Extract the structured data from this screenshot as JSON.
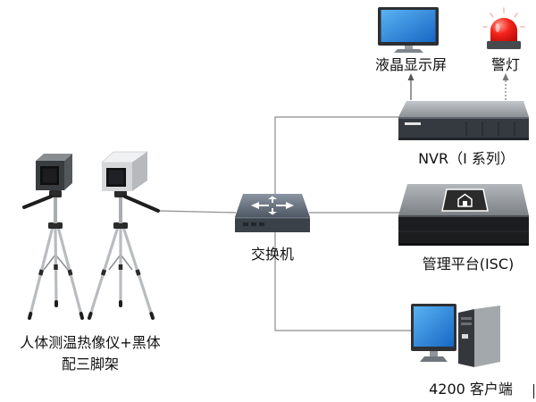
{
  "diagram": {
    "lcd_monitor": {
      "label": "液晶显示屏",
      "icon": "lcd-monitor-icon"
    },
    "alarm_light": {
      "label": "警灯",
      "icon": "alarm-light-icon"
    },
    "nvr": {
      "label": "NVR（I 系列）",
      "icon": "nvr-recorder-icon"
    },
    "switch": {
      "label": "交换机",
      "icon": "network-switch-icon"
    },
    "isc_platform": {
      "label": "管理平台(ISC)",
      "icon": "rack-server-icon"
    },
    "thermal_cameras": {
      "label_line1": "人体测温热像仪+黑体",
      "label_line2": "配三脚架",
      "icon": "thermal-camera-tripod-icon"
    },
    "client": {
      "label": "4200 客户端",
      "icon": "desktop-pc-icon"
    }
  },
  "colors": {
    "background": "#ffffff",
    "link_line": "#8c8c8c",
    "arrow": "#555555",
    "label_text": "#111111",
    "screen_light": "#5ab2f2",
    "screen_dark": "#1767c4",
    "alarm_highlight": "#ff9a8a",
    "alarm_light": "#f2231b",
    "alarm_dark": "#b80b0b"
  }
}
